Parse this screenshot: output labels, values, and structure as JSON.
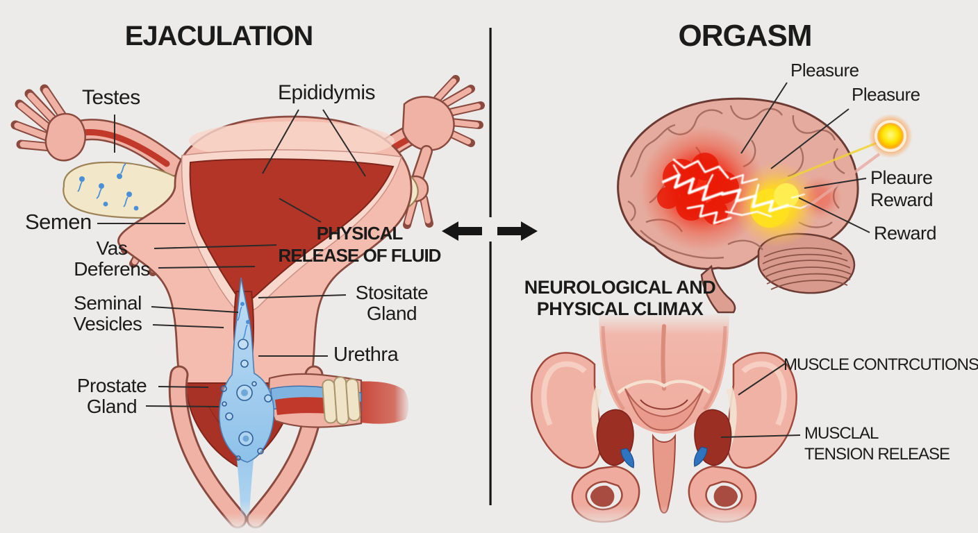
{
  "titles": {
    "left": "EJACULATION",
    "right": "ORGASM"
  },
  "left": {
    "testes": "Testes",
    "epididymis": "Epididymis",
    "semen": "Semen",
    "vas_line1": "Vas",
    "vas_line2": "Deferens",
    "seminal_line1": "Seminal",
    "seminal_line2": "Vesicles",
    "prostate_line1": "Prostate",
    "prostate_line2": "Gland",
    "caption_line1": "PHYSICAL",
    "caption_line2": "RELEASE OF FLUID",
    "stositate_line1": "Stositate",
    "stositate_line2": "Gland",
    "urethra": "Urethra"
  },
  "right": {
    "pleasure_1": "Pleasure",
    "pleasure_2": "Pleasure",
    "pleasure_reward_line1": "Pleaure",
    "pleasure_reward_line2": "Reward",
    "reward": "Reward",
    "caption_line1": "NEUROLOGICAL AND",
    "caption_line2": "PHYSICAL CLIMAX",
    "muscle_contractions": "MUSCLE CONTRCUTIONS",
    "tension_line1": "MUSCLAL",
    "tension_line2": "TENSION RELEASE"
  },
  "icons": {
    "divider": "vertical-divider",
    "left_arrow": "left-arrow-icon",
    "right_arrow": "right-arrow-icon"
  },
  "colors": {
    "background": "#ecebe9",
    "text": "#1b1b1b",
    "leader_line": "#2b2b2b",
    "divider_black": "#161616",
    "skin_pink": "#f0b2a4",
    "skin_light": "#f8d8cd",
    "skin_outline": "#8a4a40",
    "deep_red": "#b23527",
    "stripe_red": "#c0392b",
    "cream": "#f3e7c9",
    "cream_outline": "#9c8256",
    "fluid_blue": "#9cc9ec",
    "sperm_blue": "#4a90d9",
    "brain_pink": "#e5ab9e",
    "brain_outline": "#6b3a33",
    "glow_red": "#f01e0a",
    "glow_yellow": "#ffdf1b",
    "orb_core": "#fff200",
    "pelvis_pink": "#f0ada0",
    "pelvis_red": "#9c2f23",
    "pelvis_blue": "#2e74c0"
  }
}
